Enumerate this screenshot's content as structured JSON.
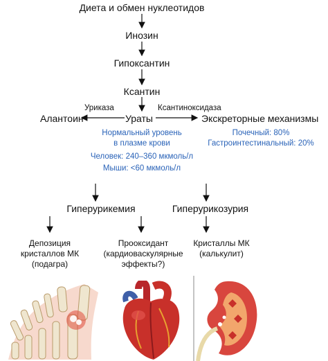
{
  "nodes": {
    "diet": "Диета и обмен нуклеотидов",
    "inosine": "Инозин",
    "hypoxanthine": "Гипоксантин",
    "xanthine": "Ксантин",
    "urates": "Ураты",
    "allantoin": "Алантоин",
    "excretory": "Экскреторные механизмы",
    "hyperuricemia": "Гиперурикемия",
    "hyperuricosuria": "Гиперурикозурия"
  },
  "enzymes": {
    "uricase": "Уриказа",
    "xanthine_oxidase": "Ксантиноксидаза"
  },
  "plasma_info": [
    "Нормальный уровень",
    "в плазме крови",
    "Человек: 240–360 мкмоль/л",
    "Мыши: <60 мкмоль/л"
  ],
  "excretion_info": [
    "Почечный: 80%",
    "Гастроинтестинальный: 20%"
  ],
  "outcomes": {
    "deposition": [
      "Депозиция",
      "кристаллов МК",
      "(подагра)"
    ],
    "prooxidant": [
      "Прооксидант",
      "(кардиоваскулярные",
      "эффекты?)"
    ],
    "crystals": [
      "Кристаллы МК",
      "(калькулит)"
    ]
  },
  "illustrations": [
    "foot-joints-icon",
    "heart-icon",
    "kidney-icon"
  ],
  "colors": {
    "info_text": "#2a63b8",
    "tissue_red": "#c8302a"
  }
}
